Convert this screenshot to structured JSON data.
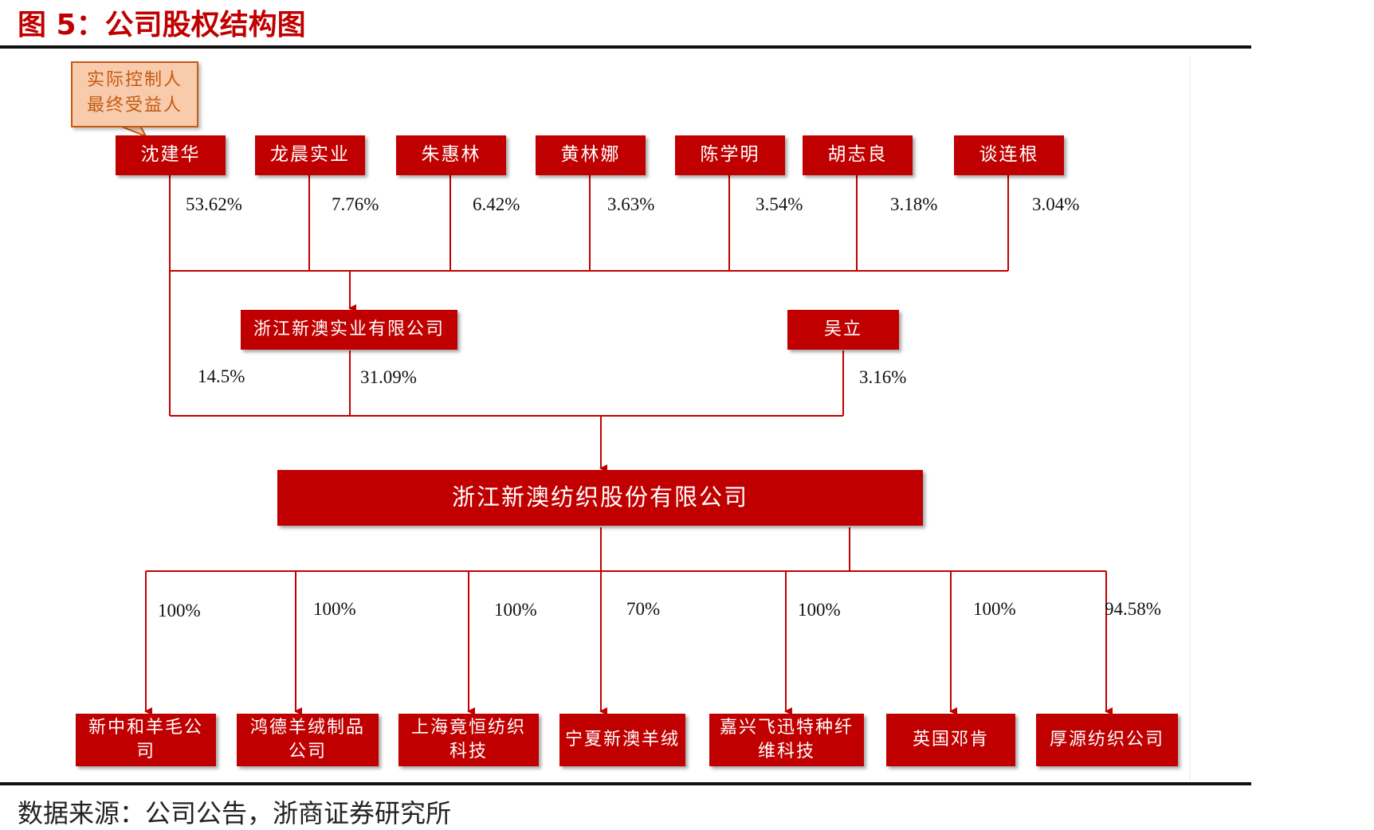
{
  "title": "图 5：公司股权结构图",
  "source": "数据来源：公司公告，浙商证券研究所",
  "callout": "实际控制人\n最终受益人",
  "top_holders": [
    {
      "name": "沈建华",
      "pct": "53.62%"
    },
    {
      "name": "龙晨实业",
      "pct": "7.76%"
    },
    {
      "name": "朱惠林",
      "pct": "6.42%"
    },
    {
      "name": "黄林娜",
      "pct": "3.63%"
    },
    {
      "name": "陈学明",
      "pct": "3.54%"
    },
    {
      "name": "胡志良",
      "pct": "3.18%"
    },
    {
      "name": "谈连根",
      "pct": "3.04%"
    }
  ],
  "mid_company": {
    "name": "浙江新澳实业有限公司",
    "pct": "31.09%"
  },
  "direct_stake": {
    "pct": "14.5%"
  },
  "wu_li": {
    "name": "吴立",
    "pct": "3.16%"
  },
  "main_company": "浙江新澳纺织股份有限公司",
  "subsidiaries": [
    {
      "name": "新中和羊毛公司",
      "pct": "100%"
    },
    {
      "name": "鸿德羊绒制品公司",
      "pct": "100%"
    },
    {
      "name": "上海竟恒纺织科技",
      "pct": "100%"
    },
    {
      "name": "宁夏新澳羊绒",
      "pct": "70%"
    },
    {
      "name": "嘉兴飞迅特种纤维科技",
      "pct": "100%"
    },
    {
      "name": "英国邓肯",
      "pct": "100%"
    },
    {
      "name": "厚源纺织公司",
      "pct": "94.58%"
    }
  ],
  "colors": {
    "accent": "#c00000",
    "callout_fill": "#f8cbad",
    "callout_border": "#c55a11"
  }
}
